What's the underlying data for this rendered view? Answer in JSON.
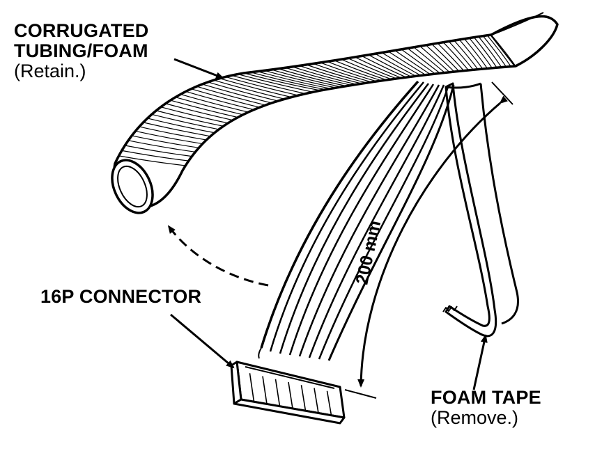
{
  "labels": {
    "tubing": {
      "title_line1": "CORRUGATED",
      "title_line2": "TUBING/FOAM",
      "note": "(Retain.)"
    },
    "connector": {
      "title": "16P CONNECTOR"
    },
    "foam_tape": {
      "title": "FOAM TAPE",
      "note": "(Remove.)"
    },
    "dimension": {
      "text": "200 mm"
    }
  },
  "colors": {
    "ink": "#000000",
    "paper": "#ffffff"
  }
}
